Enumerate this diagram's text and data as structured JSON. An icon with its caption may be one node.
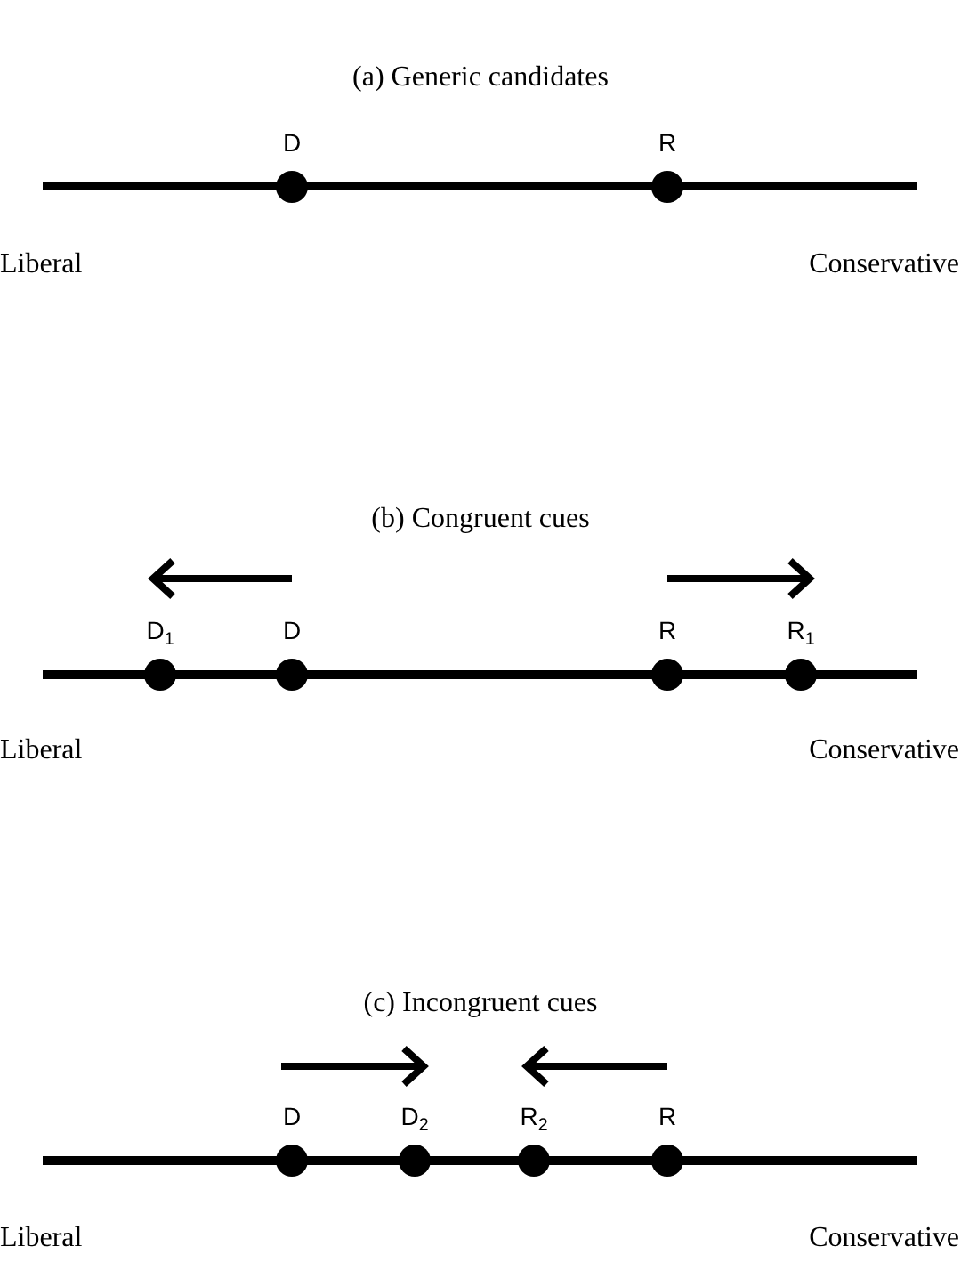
{
  "diagram": {
    "nodes": [
      {
        "text": [
          "D"
        ]
      },
      {
        "text": [
          "R"
        ]
      },
      {
        "text": [
          "D$_{1}$"
        ]
      },
      {
        "text": [
          "D"
        ]
      },
      {
        "text": [
          "R"
        ]
      },
      {
        "text": [
          "R$_{1}$"
        ]
      },
      {
        "text": [
          "D"
        ]
      },
      {
        "text": [
          "D$_{2}$"
        ]
      },
      {
        "text": [
          "R$_{2}$"
        ]
      },
      {
        "text": [
          "R"
        ]
      }
    ],
    "labels": [
      "(a) Generic candidates",
      "Liberal",
      "Conservative",
      "(b) Congruent cues",
      "Liberal",
      "Conservative",
      "(c) Incongruent cues",
      "Liberal",
      "Conservative"
    ]
  }
}
